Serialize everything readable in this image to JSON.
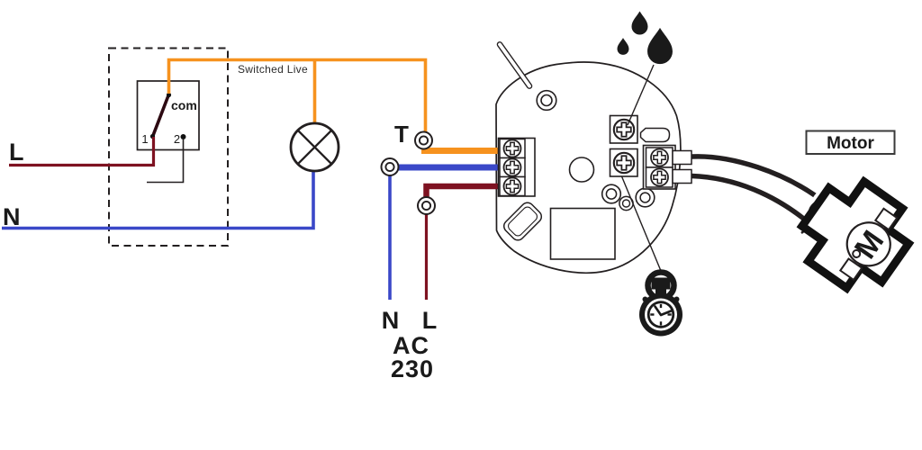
{
  "labels": {
    "supply_live": "L",
    "supply_neutral": "N",
    "switch_com": "com",
    "switch_pos1": "1",
    "switch_pos2": "2",
    "switched_live": "Switched Live",
    "timer_terminal": "T",
    "unit_neutral": "N",
    "unit_live": "L",
    "supply_type": "AC",
    "supply_voltage": "230",
    "motor": "Motor"
  },
  "colors": {
    "switched_live_wire": "#F6921E",
    "neutral_wire": "#3A48C8",
    "live_wire": "#7E1221",
    "line": "#231F20"
  },
  "icons": {
    "moisture": "water-drops-icon",
    "overrun_timer": "stopwatch-icon",
    "lamp": "lamp-cross-circle-icon",
    "motor": "motor-m-circle-icon"
  }
}
